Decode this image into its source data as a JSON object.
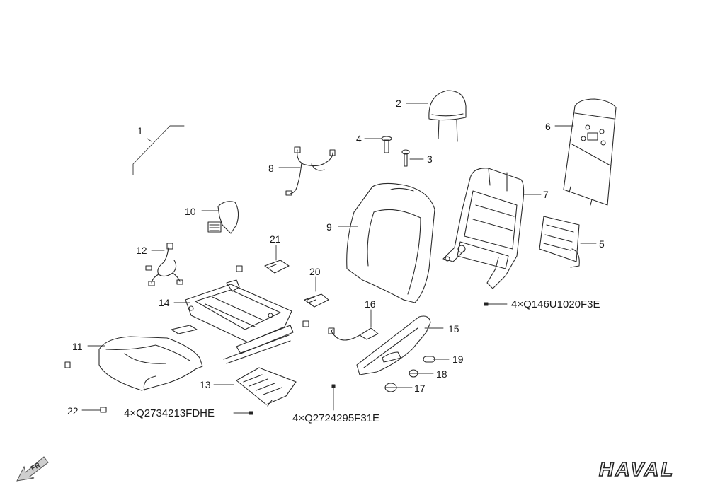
{
  "callouts": {
    "c1": "1",
    "c2": "2",
    "c3": "3",
    "c4": "4",
    "c5": "5",
    "c6": "6",
    "c7": "7",
    "c8": "8",
    "c9": "9",
    "c10": "10",
    "c11": "11",
    "c12": "12",
    "c13": "13",
    "c14": "14",
    "c15": "15",
    "c16": "16",
    "c17": "17",
    "c18": "18",
    "c19": "19",
    "c20": "20",
    "c21": "21",
    "c22": "22"
  },
  "part_notes": {
    "q146": "4×Q146U1020F3E",
    "q2734": "4×Q2734213FDHE",
    "q2724": "4×Q2724295F31E"
  },
  "branding": {
    "logo_text": "HAVAL",
    "fr_text": "FR"
  }
}
